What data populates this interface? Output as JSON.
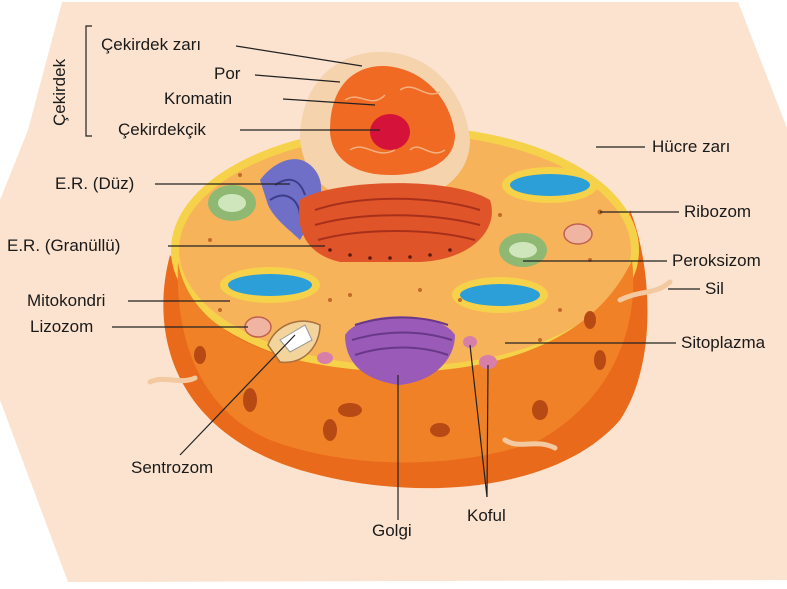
{
  "diagram": {
    "group_label": "Çekirdek",
    "labels": {
      "cekirdek_zari": "Çekirdek zarı",
      "por": "Por",
      "kromatin": "Kromatin",
      "cekirdekcik": "Çekirdekçik",
      "hucre_zari": "Hücre zarı",
      "er_duz": "E.R. (Düz)",
      "ribozom": "Ribozom",
      "er_granullu": "E.R. (Granüllü)",
      "peroksizom": "Peroksizom",
      "mitokondri": "Mitokondri",
      "sil": "Sil",
      "lizozom": "Lizozom",
      "sitoplazma": "Sitoplazma",
      "sentrozom": "Sentrozom",
      "koful": "Koful",
      "golgi": "Golgi"
    },
    "colors": {
      "background": "#fbe3cf",
      "cell_outer": "#f27a1e",
      "cytoplasm": "#f7b35a",
      "membrane": "#f6d24a",
      "nucleus": "#f06a24",
      "nucleolus": "#d4123a",
      "golgi": "#9a5bb8",
      "smooth_er": "#6f6fc7",
      "rough_er": "#e0542a",
      "mitochondria": "#2c9fd8",
      "peroxisome": "#a9c88a"
    }
  }
}
